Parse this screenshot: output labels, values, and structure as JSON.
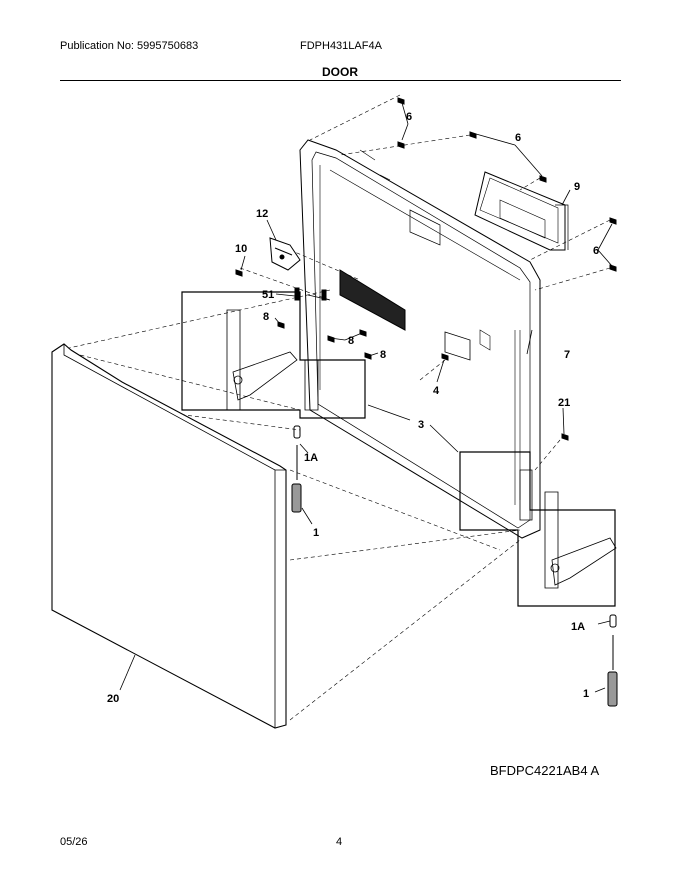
{
  "header": {
    "publication": "Publication No: 5995750683",
    "model": "FDPH431LAF4A",
    "section_title": "DOOR"
  },
  "callouts": {
    "c6a": "6",
    "c6b": "6",
    "c6c": "6",
    "c9": "9",
    "c12": "12",
    "c10": "10",
    "c51": "51",
    "c8a": "8",
    "c8b": "8",
    "c8c": "8",
    "c7": "7",
    "c4": "4",
    "c21": "21",
    "c3": "3",
    "c1a_left": "1A",
    "c1_left": "1",
    "c1a_right": "1A",
    "c1_right": "1",
    "c20": "20"
  },
  "footer": {
    "diagram_code": "BFDPC4221AB4 A",
    "date": "05/26",
    "page_number": "4"
  }
}
